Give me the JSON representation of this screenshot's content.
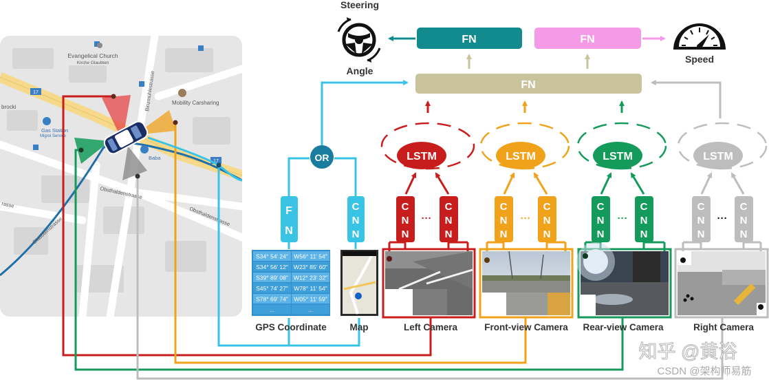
{
  "colors": {
    "cyan": "#39c4e6",
    "red": "#c81d1d",
    "orange": "#f0a21b",
    "green": "#149a5a",
    "gray": "#bdbdbd",
    "teal": "#128b8e",
    "pink": "#f49ae6",
    "olive": "#c9c49b",
    "map_bg": "#e9e9e9",
    "map_road": "#f6d98a"
  },
  "outputs": {
    "steering_label_top": "Steering",
    "steering_label_bottom": "Angle",
    "speed_label": "Speed",
    "fn_steering": "FN",
    "fn_speed": "FN",
    "fn_fusion": "FN",
    "steering_icon": "steering-wheel-icon",
    "speed_icon": "speedometer-icon"
  },
  "map": {
    "labels": [
      "Evangelical Church",
      "Kirche Glaubten",
      "Binzmühlestrasse",
      "Mobility Carsharing",
      "brocki",
      "Gas Station",
      "Migrol Service",
      "Baba",
      "Obsthaldenstrasse",
      "Obsthaldenstrasse",
      "rasse",
      "Glaubtenstrasse"
    ],
    "road_badges": [
      "17",
      "17"
    ]
  },
  "branches": {
    "or_label": "OR",
    "gps_fn_label": [
      "F",
      "N"
    ],
    "map_cnn_label": [
      "C",
      "N",
      "N"
    ],
    "lstm_label": "LSTM",
    "cnn_label": [
      "C",
      "N",
      "N"
    ],
    "ellipsis": "···"
  },
  "gps": {
    "rows": [
      [
        "S34° 54' 24\"",
        "W56° 11' 54\""
      ],
      [
        "S34° 56' 12\"",
        "W23° 85' 60\""
      ],
      [
        "S39° 89' 08\"",
        "W12° 23' 32\""
      ],
      [
        "S45° 74' 27\"",
        "W78° 11' 54\""
      ],
      [
        "S78° 69' 74\"",
        "W05° 11' 59\""
      ],
      [
        "...",
        "..."
      ]
    ]
  },
  "inputs": [
    {
      "label": "GPS Coordinate"
    },
    {
      "label": "Map"
    },
    {
      "label": "Left Camera"
    },
    {
      "label": "Front-view Camera"
    },
    {
      "label": "Rear-view Camera"
    },
    {
      "label": "Right Camera"
    }
  ],
  "watermark": {
    "line1": "知乎 @黄浴",
    "line2": "CSDN @架构师易筋"
  }
}
